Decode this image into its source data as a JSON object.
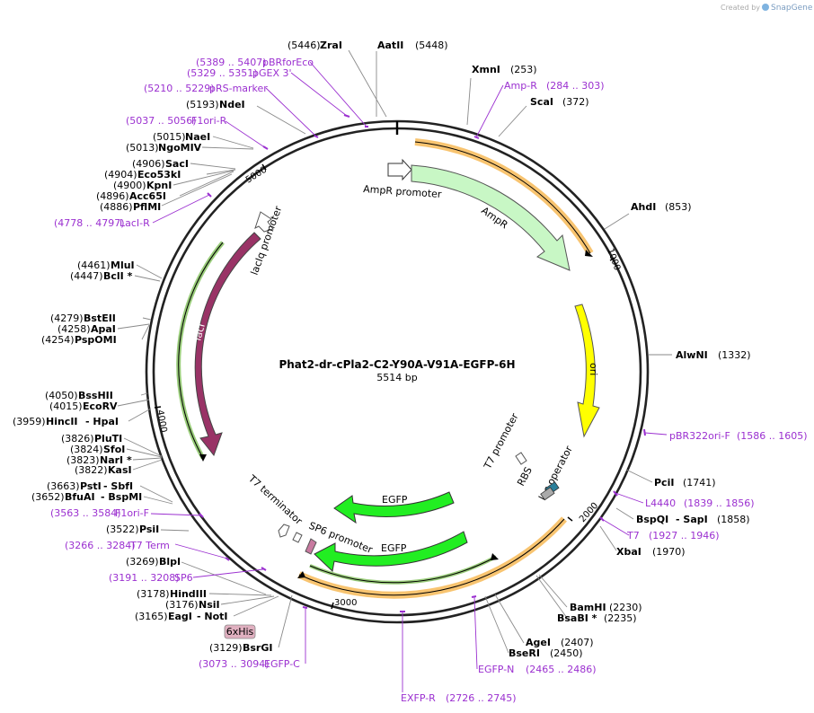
{
  "watermark": {
    "created_by": "Created by",
    "brand": "SnapGene"
  },
  "plasmid": {
    "name": "Phat2-dr-cPla2-C2-Y90A-V91A-EGFP-6H",
    "length_label": "5514 bp"
  },
  "ticks": [
    "1000",
    "2000",
    "3000",
    "4000",
    "5000"
  ],
  "features": {
    "ampr_promoter": "AmpR promoter",
    "ampr": "AmpR",
    "ori": "ori",
    "t7_promoter": "T7 promoter",
    "rbs": "RBS",
    "lac_operator": "lac operator",
    "egfp_1": "EGFP",
    "egfp_2": "EGFP",
    "sp6_promoter": "SP6 promoter",
    "t7_terminator": "T7 terminator",
    "laci": "lacI",
    "laciq_promoter": "lacIq promoter",
    "sixhis": "6xHis"
  },
  "colors": {
    "ampr": "#c8f7c5",
    "ori": "#ffff00",
    "egfp": "#22ee22",
    "laci": "#993366",
    "primer": "#9b30d0",
    "orange_band": "#f5b040",
    "sixhis": "#e0b0c0"
  },
  "sites": {
    "zrai": {
      "pos": "(5446)",
      "name": "ZraI"
    },
    "aatii": {
      "pos": "(5448)",
      "name": "AatII"
    },
    "xmni": {
      "pos": "(253)",
      "name": "XmnI"
    },
    "scai": {
      "pos": "(372)",
      "name": "ScaI"
    },
    "ahdi": {
      "pos": "(853)",
      "name": "AhdI"
    },
    "alwni": {
      "pos": "(1332)",
      "name": "AlwNI"
    },
    "pcii": {
      "pos": "(1741)",
      "name": "PciI"
    },
    "bspqi": {
      "pos": "(1858)",
      "name": "BspQI",
      "alt": "- SapI"
    },
    "xbai": {
      "pos": "(1970)",
      "name": "XbaI"
    },
    "bamhi": {
      "pos": "(2230)",
      "name": "BamHI"
    },
    "bsabi": {
      "pos": "(2235)",
      "name": "BsaBI *"
    },
    "agei": {
      "pos": "(2407)",
      "name": "AgeI"
    },
    "bseri": {
      "pos": "(2450)",
      "name": "BseRI"
    },
    "ndei": {
      "pos": "(5193)",
      "name": "NdeI"
    },
    "naei": {
      "pos": "(5015)",
      "name": "NaeI"
    },
    "ngomiv": {
      "pos": "(5013)",
      "name": "NgoMIV"
    },
    "saci": {
      "pos": "(4906)",
      "name": "SacI"
    },
    "eco53ki": {
      "pos": "(4904)",
      "name": "Eco53kI"
    },
    "kpni": {
      "pos": "(4900)",
      "name": "KpnI"
    },
    "acc65i": {
      "pos": "(4896)",
      "name": "Acc65I"
    },
    "pflmi": {
      "pos": "(4886)",
      "name": "PflMI"
    },
    "mlui": {
      "pos": "(4461)",
      "name": "MluI"
    },
    "bcli": {
      "pos": "(4447)",
      "name": "BclI *"
    },
    "bsteii": {
      "pos": "(4279)",
      "name": "BstEII"
    },
    "apai": {
      "pos": "(4258)",
      "name": "ApaI"
    },
    "pspomi": {
      "pos": "(4254)",
      "name": "PspOMI"
    },
    "bsshii": {
      "pos": "(4050)",
      "name": "BssHII"
    },
    "ecorv": {
      "pos": "(4015)",
      "name": "EcoRV"
    },
    "hincii": {
      "pos": "(3959)",
      "name": "HincII",
      "alt": "- HpaI"
    },
    "pluti": {
      "pos": "(3826)",
      "name": "PluTI"
    },
    "sfoi": {
      "pos": "(3824)",
      "name": "SfoI"
    },
    "nari": {
      "pos": "(3823)",
      "name": "NarI *"
    },
    "kasi": {
      "pos": "(3822)",
      "name": "KasI"
    },
    "psti": {
      "pos": "(3663)",
      "name": "PstI",
      "alt": "- SbfI"
    },
    "bfuai": {
      "pos": "(3652)",
      "name": "BfuAI",
      "alt": "- BspMI"
    },
    "psii": {
      "pos": "(3522)",
      "name": "PsiI"
    },
    "blpi": {
      "pos": "(3269)",
      "name": "BlpI"
    },
    "hindiii": {
      "pos": "(3178)",
      "name": "HindIII"
    },
    "nsii": {
      "pos": "(3176)",
      "name": "NsiI"
    },
    "eagi": {
      "pos": "(3165)",
      "name": "EagI",
      "alt": "- NotI"
    },
    "bsrgi": {
      "pos": "(3129)",
      "name": "BsrGI"
    }
  },
  "primers": {
    "pbrforeco": {
      "range": "(5389 .. 5407)",
      "name": "pBRforEco"
    },
    "pgex3": {
      "range": "(5329 .. 5351)",
      "name": "pGEX 3'"
    },
    "prsmarker": {
      "range": "(5210 .. 5229)",
      "name": "pRS-marker"
    },
    "f1orir": {
      "range": "(5037 .. 5056)",
      "name": "F1ori-R"
    },
    "lacir": {
      "range": "(4778 .. 4797)",
      "name": "LacI-R"
    },
    "ampr": {
      "range": "(284 .. 303)",
      "name": "Amp-R"
    },
    "pbr322orif": {
      "range": "(1586 .. 1605)",
      "name": "pBR322ori-F"
    },
    "l4440": {
      "range": "(1839 .. 1856)",
      "name": "L4440"
    },
    "t7": {
      "range": "(1927 .. 1946)",
      "name": "T7"
    },
    "egfpn": {
      "range": "(2465 .. 2486)",
      "name": "EGFP-N"
    },
    "exfpr": {
      "range": "(2726 .. 2745)",
      "name": "EXFP-R"
    },
    "egfpc": {
      "range": "(3073 .. 3094)",
      "name": "EGFP-C"
    },
    "sp6": {
      "range": "(3191 .. 3208)",
      "name": "SP6"
    },
    "t7term": {
      "range": "(3266 .. 3284)",
      "name": "T7 Term"
    },
    "f1orif": {
      "range": "(3563 .. 3584)",
      "name": "F1ori-F"
    }
  }
}
